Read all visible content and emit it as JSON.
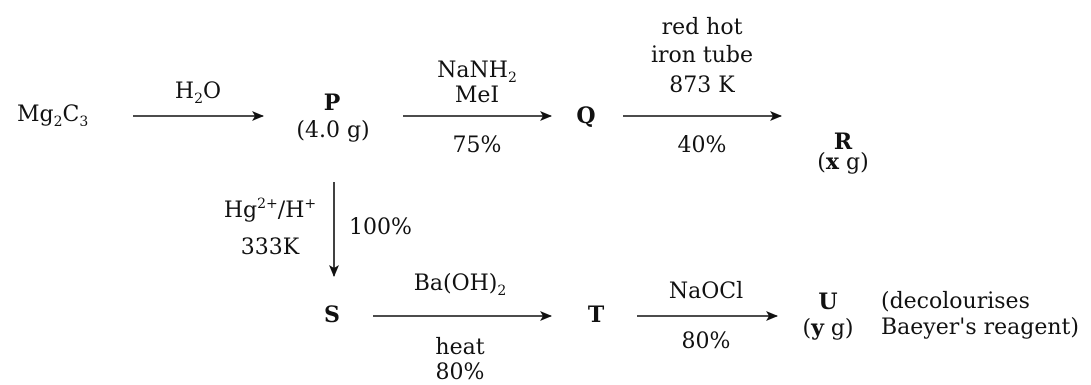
{
  "reactant": {
    "name": "Mg",
    "sub1": "2",
    "mid": "C",
    "sub2": "3"
  },
  "step1": {
    "reagent_pre": "H",
    "reagent_sub": "2",
    "reagent_post": "O"
  },
  "P": {
    "label": "P",
    "mass": "(4.0 g)"
  },
  "step2": {
    "reagent1_pre": "NaNH",
    "reagent1_sub": "2",
    "reagent2": "MeI",
    "yield": "75%"
  },
  "Q": {
    "label": "Q"
  },
  "step3": {
    "line1": "red hot",
    "line2": "iron tube",
    "line3": "873 K",
    "yield": "40%"
  },
  "R": {
    "label": "R",
    "mass_open": "(",
    "mass_var": "x",
    "mass_close": " g)"
  },
  "step4": {
    "reagent_pre": "Hg",
    "reagent_sup1": "2+",
    "reagent_mid": "/H",
    "reagent_sup2": "+",
    "temp": "333K",
    "yield": "100%"
  },
  "S": {
    "label": "S"
  },
  "step5": {
    "reagent_pre": "Ba(OH)",
    "reagent_sub": "2",
    "condition": "heat",
    "yield": "80%"
  },
  "T": {
    "label": "T"
  },
  "step6": {
    "reagent": "NaOCl",
    "yield": "80%"
  },
  "U": {
    "label": "U",
    "mass_open": "(",
    "mass_var": "y",
    "mass_close": " g)",
    "note_line1": "(decolourises",
    "note_line2": "Baeyer's reagent)"
  },
  "colors": {
    "ink": "#111111",
    "background": "#ffffff"
  }
}
